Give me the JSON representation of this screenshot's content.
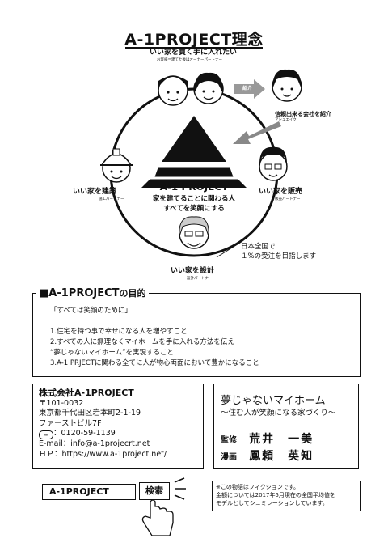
{
  "title": "A-1PROJECT理念",
  "diagram": {
    "top_label": "いい家を買く手に入れたい",
    "top_sub": "お客様＝建てた後はオーナーパートナー",
    "intro_arrow": "紹介",
    "intro_arrow2": "紹介",
    "reliable": "信頼出来る会社を紹介",
    "reliable_sub": "アシュエイク",
    "left_label": "いい家を建築",
    "left_sub": "施工パートナー",
    "right_label": "いい家を販売",
    "right_sub": "販売パートナー",
    "bottom_label": "いい家を設計",
    "bottom_sub": "設計パートナー",
    "center_title": "A-1 PROJECT",
    "center_line1": "家を建てることに関わる人",
    "center_line2": "すべてを笑顔にする",
    "goal_line1": "日本全国で",
    "goal_line2": "１%の受注を目指します"
  },
  "purpose": {
    "heading_prefix": "■A-1PROJECT",
    "heading_suffix": "の目的",
    "quote": "「すべては笑顔のために」",
    "items": [
      "1.住宅を持つ事で幸せになる人を増やすこと",
      "2.すべての人に無理なくマイホームを手に入れる方法を伝え",
      "“夢じゃないマイホーム”を実現すること",
      "3.A-1 PRJECTに関わる全てに人が物心両面において豊かになること"
    ]
  },
  "company": {
    "name": "株式会社A-1PROJECT",
    "postal": "〒101-0032",
    "address": "東京都千代田区岩本町2-1-19",
    "building": "ファーストビル7F",
    "phone": "：0120-59-1139",
    "phone_icon": "free-dial-icon",
    "email": "E-mail：info@a-1projecrt.net",
    "hp": "ＨＰ：https://www.a-1project.net/"
  },
  "story": {
    "title": "夢じゃないマイホーム",
    "subtitle": "～住む人が笑顔になる家づくり～",
    "credits": [
      {
        "role": "監修",
        "name": "荒井　一美"
      },
      {
        "role": "漫画",
        "name": "鳳頼　英知"
      }
    ]
  },
  "search": {
    "query": "A-1PROJECT",
    "button": "検索"
  },
  "disclaimer": {
    "line1": "※この物語はフィクションです。",
    "line2": "金額については2017年5月現在の全国平均値を",
    "line3": "モデルとしてシュミレーションしています。"
  }
}
